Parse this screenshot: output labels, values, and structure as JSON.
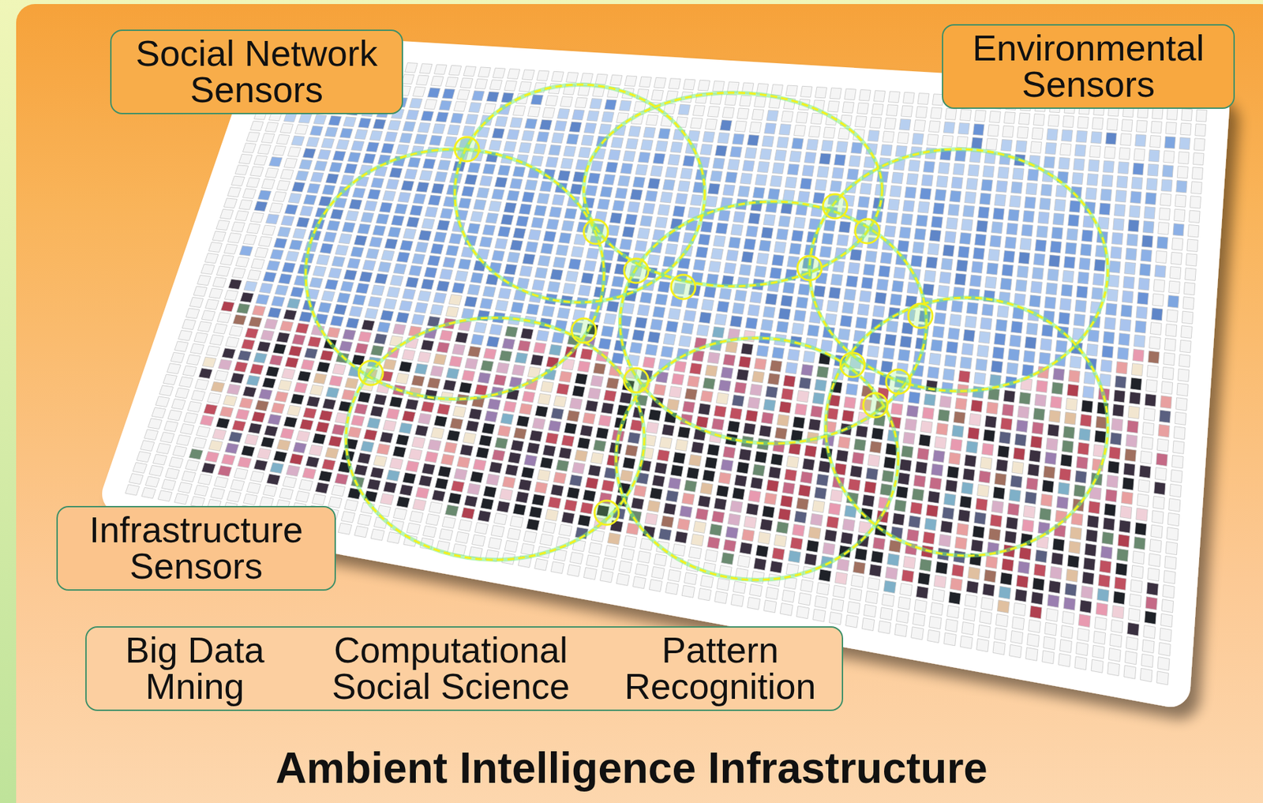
{
  "diagram": {
    "title": "Ambient Intelligence Infrastructure",
    "nodes": [
      {
        "text": [
          "Social Network Sensors"
        ]
      },
      {
        "text": [
          "Environmental Sensors"
        ]
      },
      {
        "text": [
          "Infrastructure Sensors"
        ]
      },
      {
        "text": [
          "Big Data Mning",
          "Computational Social Science",
          "Pattern Recognition"
        ]
      }
    ]
  }
}
